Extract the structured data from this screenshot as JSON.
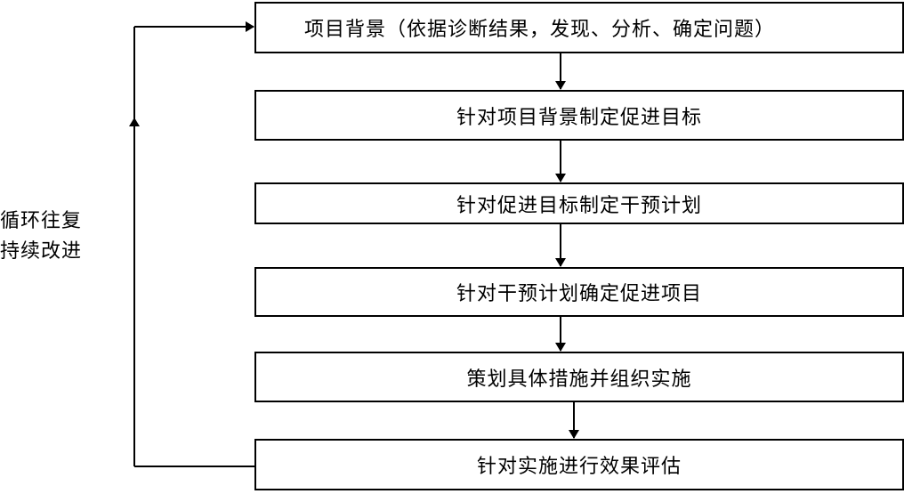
{
  "steps": [
    {
      "label": "项目背景（依据诊断结果，发现、分析、确定问题）"
    },
    {
      "label": "针对项目背景制定促进目标"
    },
    {
      "label": "针对促进目标制定干预计划"
    },
    {
      "label": "针对干预计划确定促进项目"
    },
    {
      "label": "策划具体措施并组织实施"
    },
    {
      "label": "针对实施进行效果评估"
    }
  ],
  "loop_label": {
    "line1": "循环往复",
    "line2": "持续改进"
  },
  "colors": {
    "stroke": "#000000",
    "background": "#ffffff"
  }
}
